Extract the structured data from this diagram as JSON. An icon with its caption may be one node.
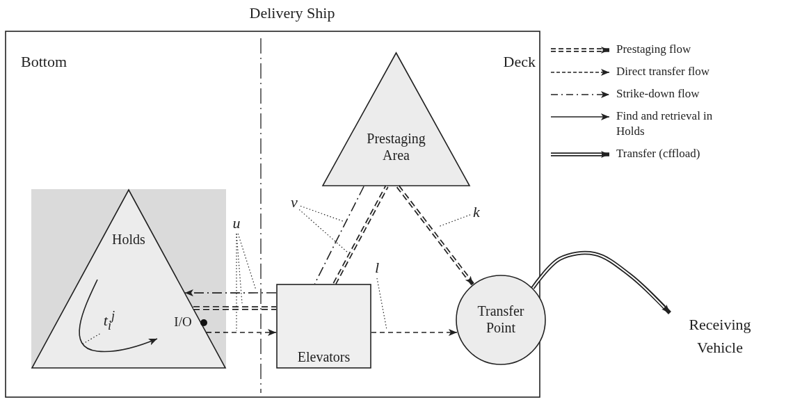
{
  "diagram": {
    "nodes": [
      {
        "text": [
          "Delivery Ship"
        ]
      },
      {
        "text": [
          "Holds"
        ],
        "in": 0
      },
      {
        "text": [
          "Prestaging Area"
        ],
        "in": 0
      },
      {
        "text": [
          "Elevators"
        ],
        "in": 0
      },
      {
        "text": [
          "Transfer Point"
        ],
        "in": 0
      },
      {
        "text": [
          "Receiving Vehicle"
        ]
      },
      {
        "text": [
          "u"
        ],
        "in": 0
      },
      {
        "text": [
          "v"
        ],
        "in": 0
      },
      {
        "text": [
          "k"
        ],
        "in": 0
      },
      {
        "text": [
          "l"
        ],
        "in": 0
      },
      {
        "text": [
          "t$_{i}$$^{j}$"
        ],
        "in": 1
      }
    ],
    "edges": [
      {
        "from": 1,
        "to": 3,
        "arrow": "none",
        "style": "dashed"
      },
      {
        "from": 3,
        "to": 2,
        "arrow": "none",
        "style": "dashed"
      },
      {
        "from": 2,
        "to": 4,
        "arrow": "to",
        "style": "dashed"
      },
      {
        "from": 2,
        "to": 3,
        "arrow": "none",
        "style": "dashed"
      },
      {
        "from": 3,
        "to": 1,
        "arrow": "to",
        "style": "dashed"
      },
      {
        "from": 1,
        "to": 3,
        "arrow": "to",
        "style": "dashed"
      },
      {
        "from": 3,
        "to": 4,
        "arrow": "to",
        "style": "dashed"
      },
      {
        "from": 4,
        "to": 5,
        "arrow": "to",
        "style": "thick"
      },
      {
        "from": 6,
        "to": null,
        "arrow": "none",
        "style": "dashed"
      },
      {
        "from": 6,
        "to": null,
        "arrow": "none",
        "style": "dashed"
      },
      {
        "from": 6,
        "to": null,
        "arrow": "none",
        "style": "dashed"
      },
      {
        "from": 7,
        "to": null,
        "arrow": "none",
        "style": "dashed"
      },
      {
        "from": 7,
        "to": null,
        "arrow": "none",
        "style": "dashed"
      },
      {
        "from": 8,
        "to": null,
        "arrow": "none",
        "style": "dashed"
      },
      {
        "from": 9,
        "to": null,
        "arrow": "none",
        "style": "dashed"
      },
      {
        "from": 10,
        "to": null,
        "arrow": "none",
        "style": "dashed"
      }
    ],
    "labels": [
      "Bottom",
      "Deck",
      "I/O"
    ],
    "legend": [
      {
        "text": "Prestaging flow"
      },
      {
        "text": "Direct transfer flow"
      },
      {
        "text": "Strike-down flow"
      },
      {
        "text": "Find and retrieval in Holds"
      },
      {
        "text": "Transfer (cffload)"
      }
    ]
  }
}
